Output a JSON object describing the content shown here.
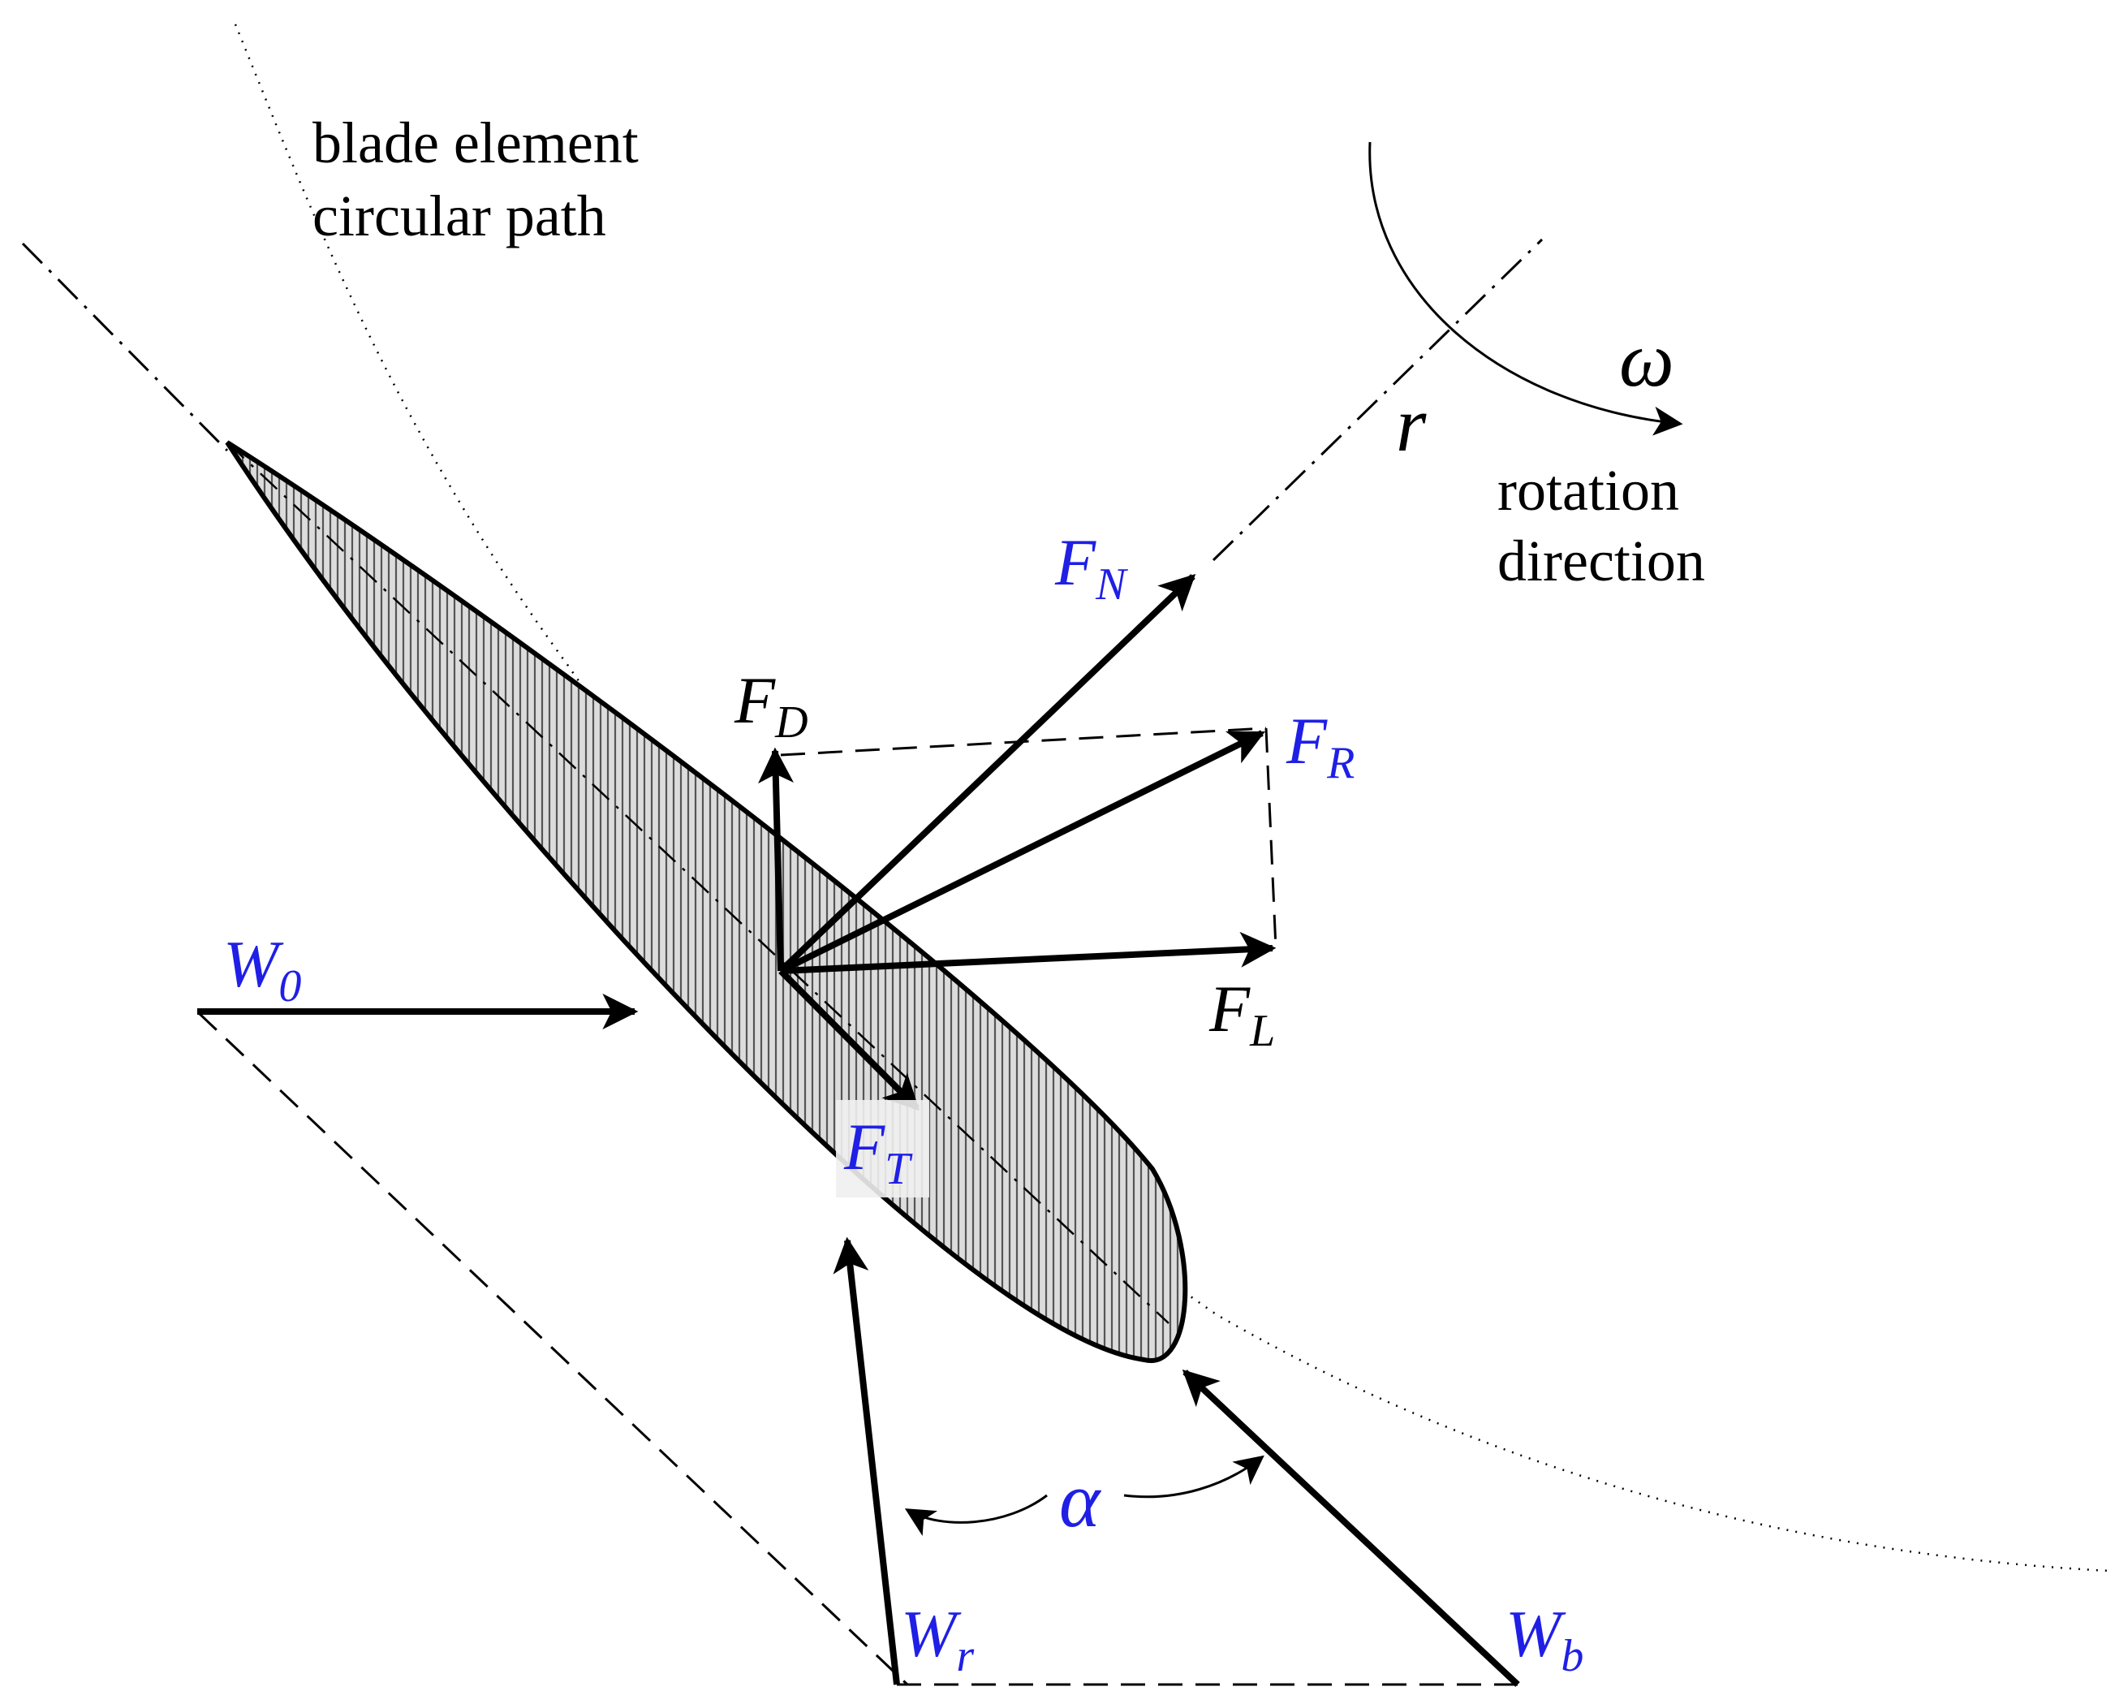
{
  "labels": {
    "path_line1": "blade element",
    "path_line2": "circular path",
    "rotation_line1": "rotation",
    "rotation_line2": "direction",
    "omega": "ω",
    "radius": "r",
    "alpha": "α"
  },
  "vectors": {
    "W0": {
      "main": "W",
      "sub": "0"
    },
    "Wr": {
      "main": "W",
      "sub": "r"
    },
    "Wb": {
      "main": "W",
      "sub": "b"
    },
    "FN": {
      "main": "F",
      "sub": "N"
    },
    "FD": {
      "main": "F",
      "sub": "D"
    },
    "FR": {
      "main": "F",
      "sub": "R"
    },
    "FL": {
      "main": "F",
      "sub": "L"
    },
    "FT": {
      "main": "F",
      "sub": "T"
    }
  },
  "colors": {
    "blue_label": "#1f1fe6",
    "black_label": "#000000",
    "hatch_fill": "#d8d8d8"
  }
}
